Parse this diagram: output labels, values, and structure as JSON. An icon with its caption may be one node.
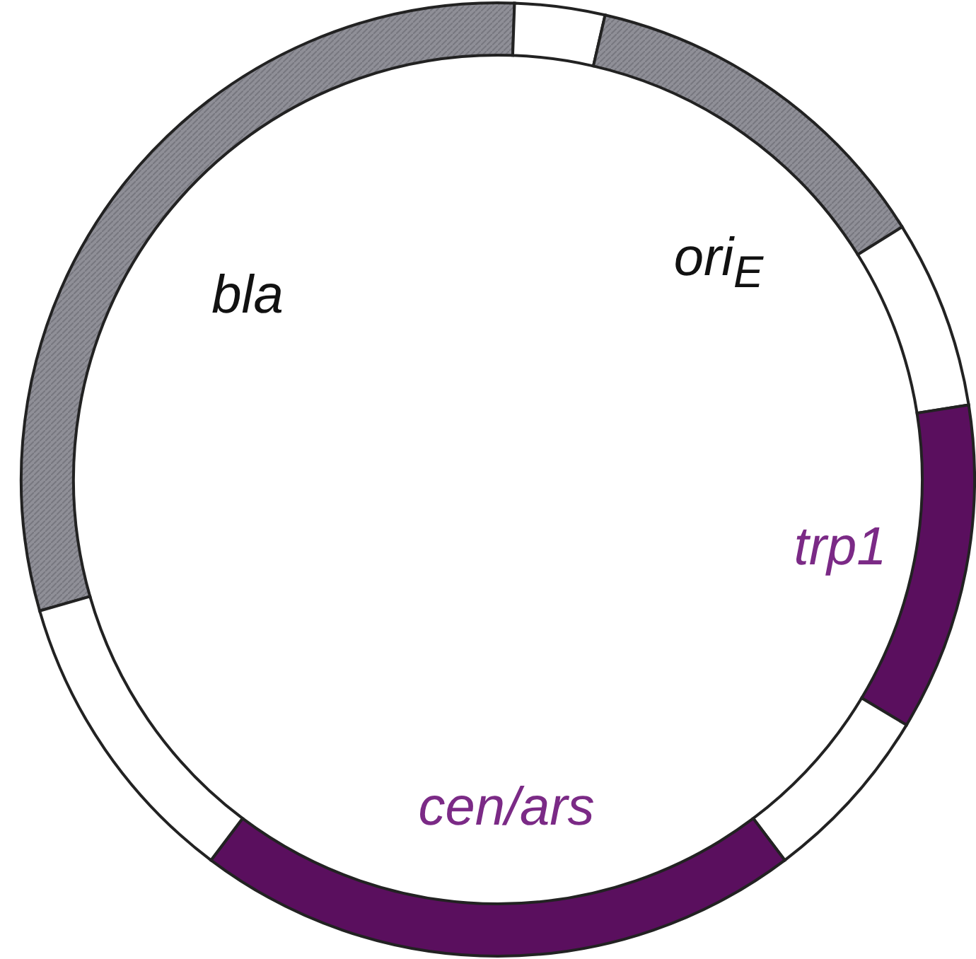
{
  "diagram": {
    "nodes": [
      {
        "text": [],
        "shape": "bar",
        "beside": [
          "bla"
        ]
      },
      {
        "text": [],
        "shape": "bar"
      },
      {
        "text": [],
        "shape": "bar",
        "beside": [
          "ori$_{E}$"
        ]
      },
      {
        "text": [],
        "shape": "bar"
      },
      {
        "text": [],
        "shape": "bar",
        "beside": [
          "trp1"
        ]
      },
      {
        "text": [],
        "shape": "bar"
      },
      {
        "text": [],
        "shape": "bar",
        "beside": [
          "cen/ars"
        ]
      },
      {
        "text": [],
        "shape": "bar"
      }
    ]
  }
}
